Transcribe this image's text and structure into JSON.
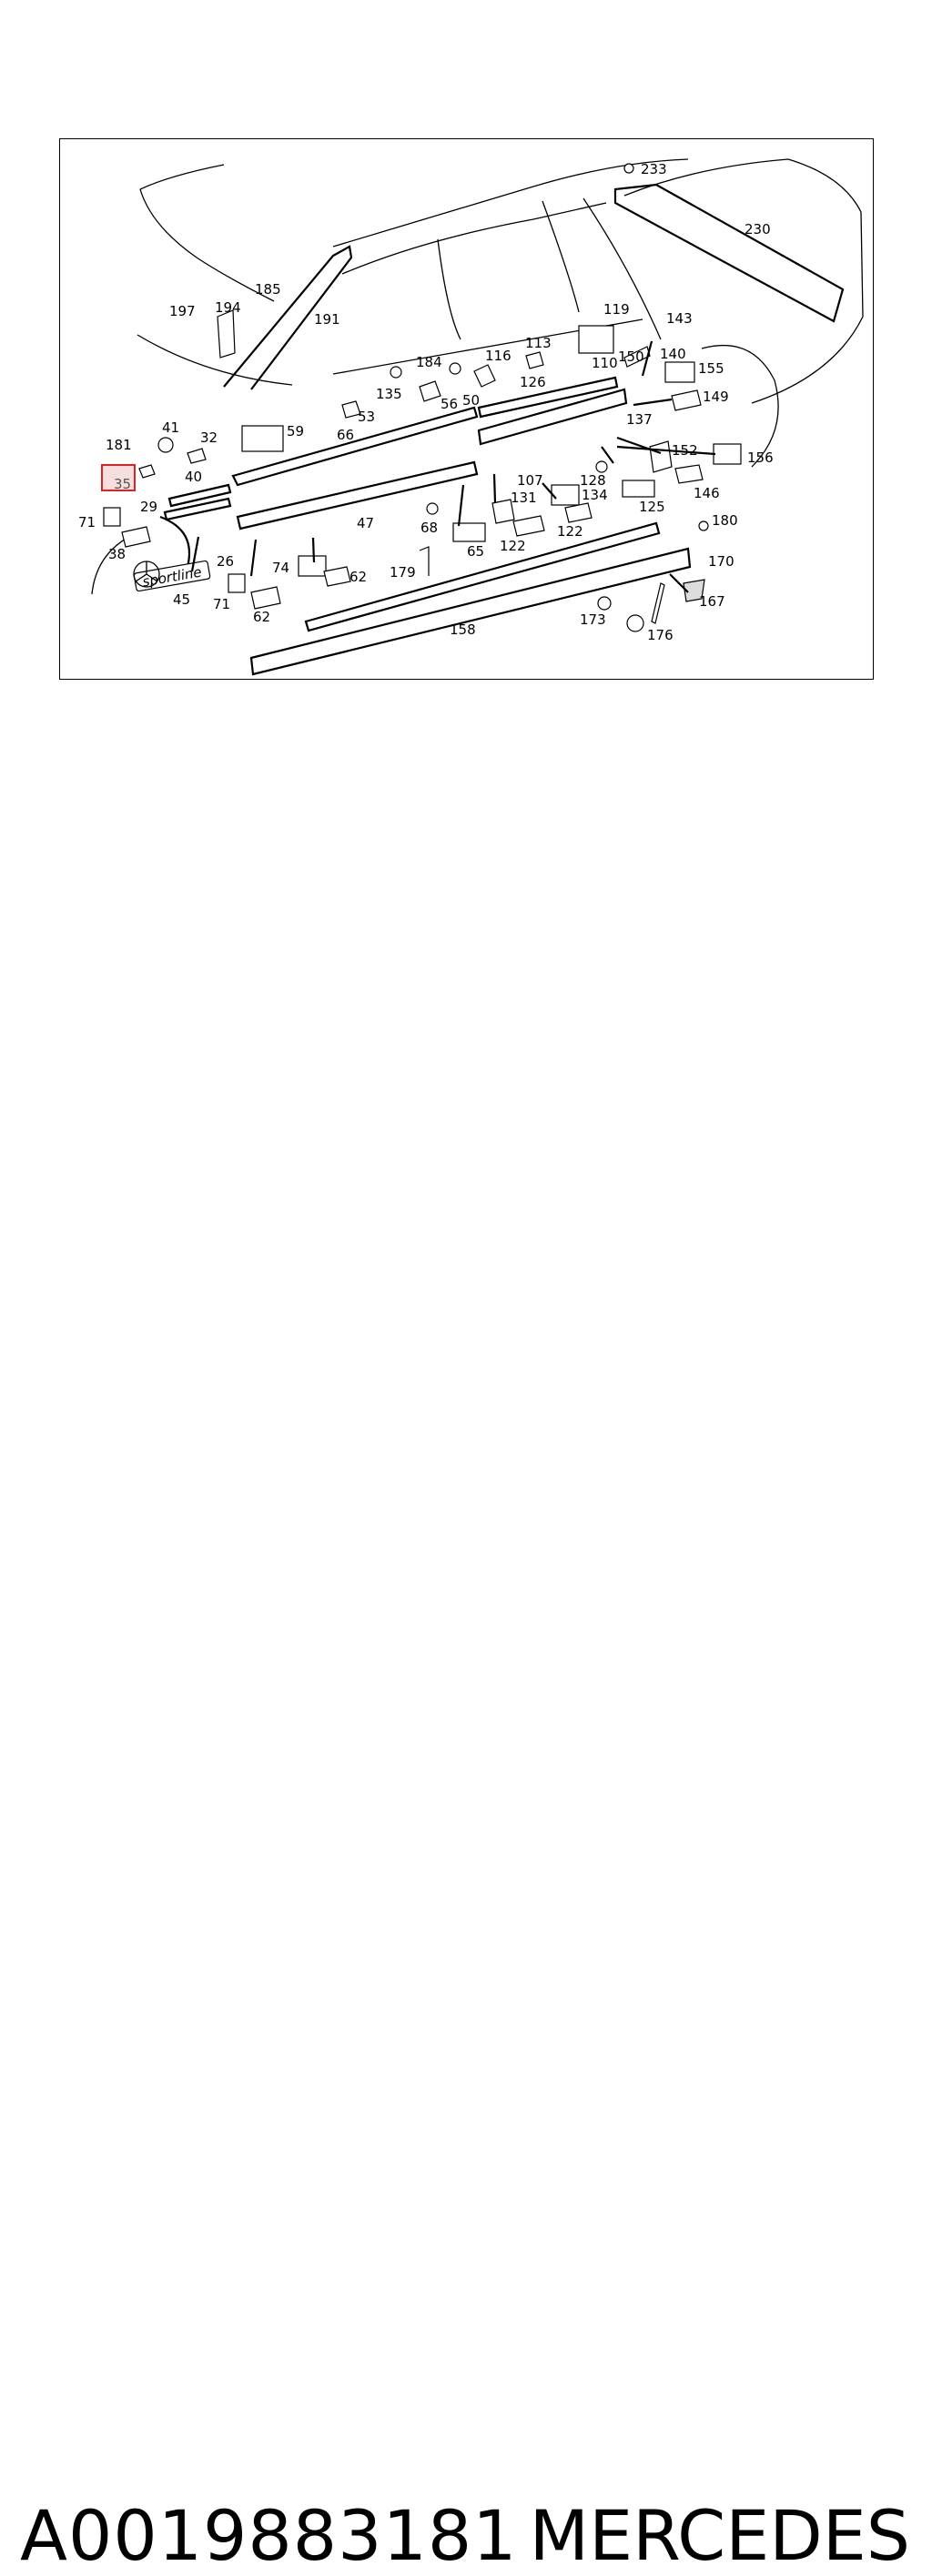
{
  "diagram": {
    "labels": [
      "233",
      "230",
      "185",
      "191",
      "197",
      "194",
      "119",
      "143",
      "113",
      "116",
      "184",
      "150",
      "140",
      "110",
      "155",
      "135",
      "126",
      "56",
      "50",
      "149",
      "53",
      "137",
      "66",
      "59",
      "41",
      "32",
      "181",
      "152",
      "156",
      "35",
      "40",
      "128",
      "107",
      "134",
      "131",
      "146",
      "29",
      "125",
      "71",
      "47",
      "68",
      "180",
      "38",
      "65",
      "122",
      "26",
      "74",
      "179",
      "170",
      "62",
      "45",
      "167",
      "173",
      "158",
      "176"
    ],
    "highlighted_label": "35",
    "badge_text": "sportline"
  },
  "footer": {
    "part_number": "A0019883181",
    "brand": "MERCEDES"
  }
}
